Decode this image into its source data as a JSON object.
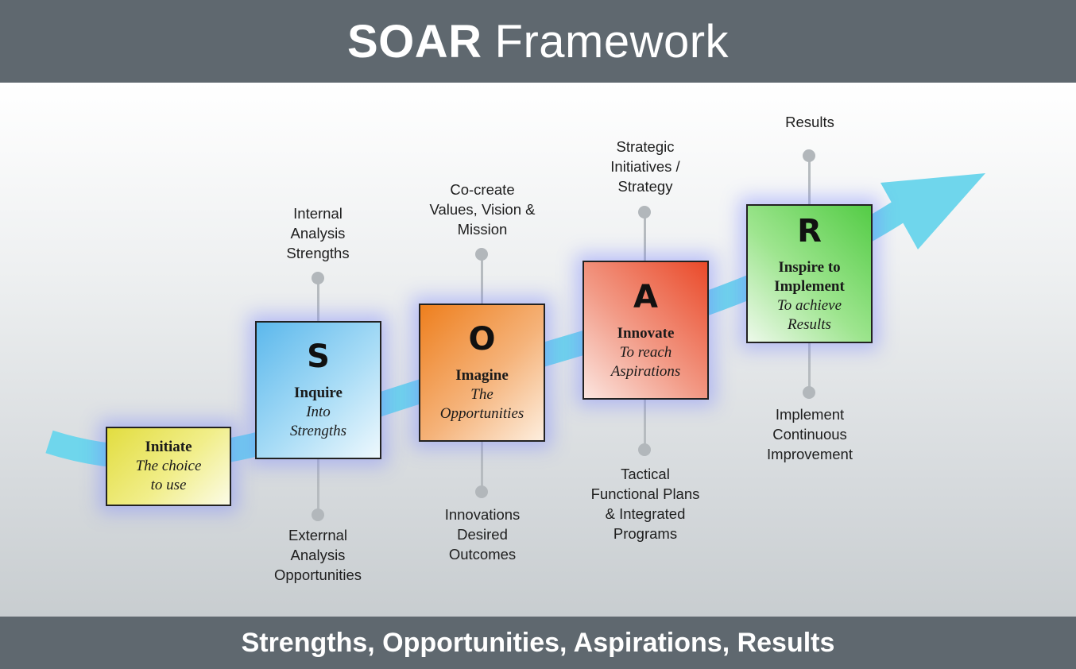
{
  "header": {
    "title_bold": "SOAR",
    "title_rest": "Framework"
  },
  "footer": {
    "text": "Strengths, Opportunities, Aspirations, Results"
  },
  "colors": {
    "bar": "#5f686f",
    "arrow": "#6fd6ec",
    "initiate": "#e8e35a",
    "inquire": "#6fc3ee",
    "imagine": "#f0953e",
    "innovate": "#ee6447",
    "implement": "#6bd35c"
  },
  "steps": {
    "initiate": {
      "name": "Initiate",
      "sub": "The choice\nto use"
    },
    "inquire": {
      "letter": "S",
      "name": "Inquire",
      "sub": "Into\nStrengths",
      "above": "Internal\nAnalysis\nStrengths",
      "below": "Exterrnal\nAnalysis\nOpportunities"
    },
    "imagine": {
      "letter": "O",
      "name": "Imagine",
      "sub": "The\nOpportunities",
      "above": "Co-create\nValues, Vision &\nMission",
      "below": "Innovations\nDesired\nOutcomes"
    },
    "innovate": {
      "letter": "A",
      "name": "Innovate",
      "sub": "To reach\nAspirations",
      "above": "Strategic\nInitiatives /\nStrategy",
      "below": "Tactical\nFunctional Plans\n& Integrated\nPrograms"
    },
    "implement": {
      "letter": "R",
      "name": "Inspire to\nImplement",
      "sub": "To achieve\nResults",
      "above": "Results",
      "below": "Implement\nContinuous\nImprovement"
    }
  }
}
